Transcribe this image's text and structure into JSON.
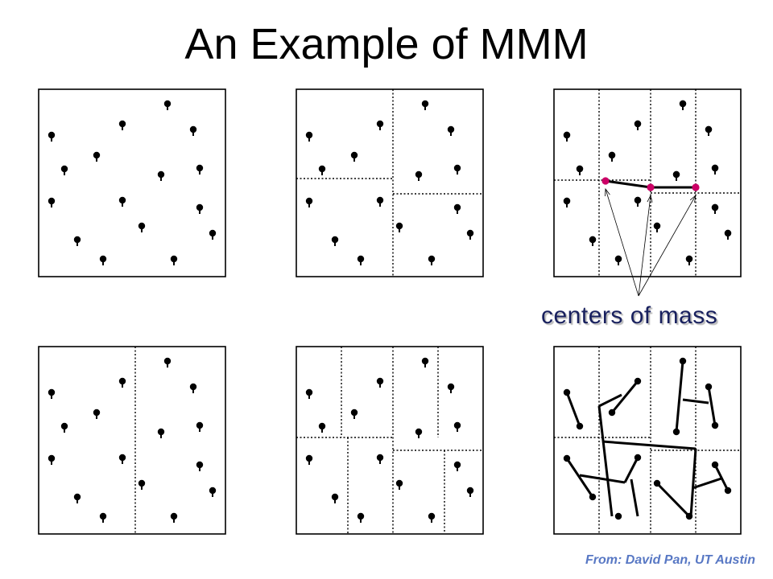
{
  "title": "An Example of MMM",
  "callout": {
    "label": "centers of mass"
  },
  "credit": "From: David Pan, UT Austin",
  "colors": {
    "pin": "#000000",
    "center_of_mass": "#cc0066",
    "frame": "#000000",
    "text_callout": "#18205e",
    "credit": "#5878c4"
  },
  "icons": {
    "pin": "pin-icon",
    "center": "center-of-mass-icon"
  },
  "panels": [
    {
      "name": "panel-original",
      "cut_lines": []
    },
    {
      "name": "panel-four-regions",
      "cut_lines": [
        "vertical-center",
        "horizontal-left",
        "horizontal-right"
      ]
    },
    {
      "name": "panel-centers-of-mass",
      "cut_lines": [
        "many-vertical",
        "horizontal"
      ],
      "centers_of_mass": 3
    },
    {
      "name": "panel-two-regions",
      "cut_lines": [
        "vertical-center"
      ]
    },
    {
      "name": "panel-regions",
      "cut_lines": [
        "many-vertical",
        "horizontal"
      ]
    },
    {
      "name": "panel-final-tree",
      "cut_lines": [
        "many-vertical",
        "horizontal"
      ],
      "tree": true
    }
  ]
}
